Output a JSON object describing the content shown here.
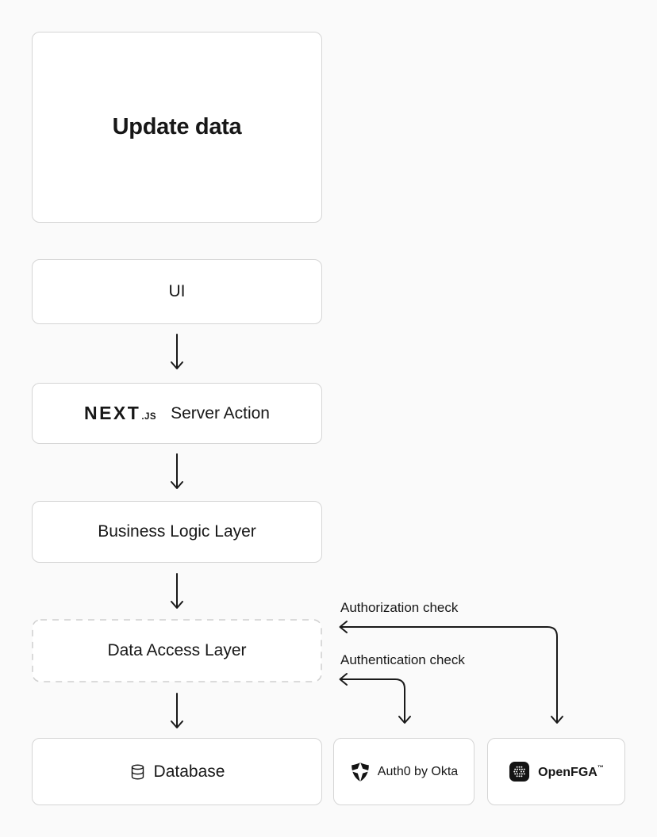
{
  "theme": {
    "background": "#fafafa",
    "box_fill": "#ffffff",
    "box_border": "#d5d5d5",
    "dashed_border": "#cfcfcf",
    "text": "#171717",
    "arrow": "#1a1a1a"
  },
  "trigger": {
    "label": "Update data"
  },
  "nodes": {
    "ui": {
      "label": "UI"
    },
    "server_action": {
      "logo_word": "NEXT",
      "logo_suffix": ".JS",
      "label": "Server Action",
      "icon": "nextjs-logo"
    },
    "business_logic": {
      "label": "Business Logic Layer"
    },
    "data_access": {
      "label": "Data Access Layer",
      "border_style": "dashed"
    },
    "database": {
      "label": "Database",
      "icon": "database-cylinder-icon"
    }
  },
  "services": {
    "auth0": {
      "label": "Auth0 by Okta",
      "icon": "auth0-shield-icon"
    },
    "openfga": {
      "label": "OpenFGA",
      "trademark": "™",
      "icon": "openfga-dots-icon"
    }
  },
  "annotations": {
    "authorization": {
      "label": "Authorization check"
    },
    "authentication": {
      "label": "Authentication check"
    }
  },
  "edges": [
    {
      "from": "ui",
      "to": "server_action",
      "style": "arrow-down"
    },
    {
      "from": "server_action",
      "to": "business_logic",
      "style": "arrow-down"
    },
    {
      "from": "business_logic",
      "to": "data_access",
      "style": "arrow-down"
    },
    {
      "from": "data_access",
      "to": "database",
      "style": "arrow-down"
    },
    {
      "from": "openfga",
      "to": "data_access",
      "style": "elbow-double-arrow",
      "label": "Authorization check"
    },
    {
      "from": "auth0",
      "to": "data_access",
      "style": "elbow-double-arrow",
      "label": "Authentication check"
    }
  ]
}
